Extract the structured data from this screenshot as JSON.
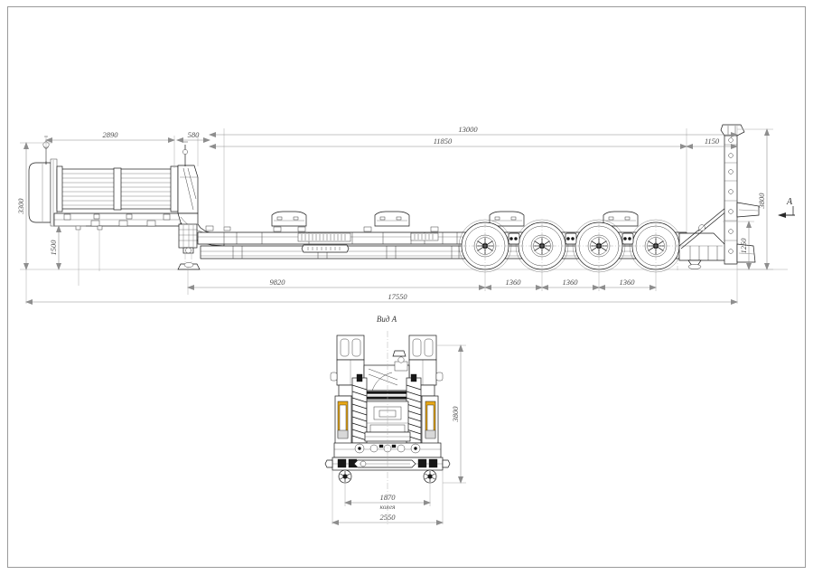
{
  "sheet": {
    "title": "Lowboy Semi-Trailer General Arrangement Drawing",
    "background_color": "#ffffff",
    "border_color": "#9a9a9a",
    "line_color": "#1a1a1a",
    "dim_color": "#8e8e8e",
    "accent_color": "#e8a817"
  },
  "side_view": {
    "name": "side-elevation",
    "dimensions": {
      "front_overhang": "2890",
      "gooseneck_step": "580",
      "overall_deck": "13000",
      "deck_length": "11850",
      "rear_ramp": "1150",
      "height_total": "3300",
      "deck_height": "1500",
      "kingpin_to_axle": "9820",
      "axle_spacing_1": "1360",
      "axle_spacing_2": "1360",
      "axle_spacing_3": "1360",
      "overall_length": "17550",
      "rear_height": "3800",
      "rear_lower": "1250"
    }
  },
  "section_marker": {
    "label": "A",
    "name": "section-arrow-a"
  },
  "rear_view": {
    "name": "rear-elevation",
    "title": "Вид А",
    "dimensions": {
      "height": "3800",
      "track": "1870",
      "track_label": "колея",
      "width": "2550"
    }
  }
}
